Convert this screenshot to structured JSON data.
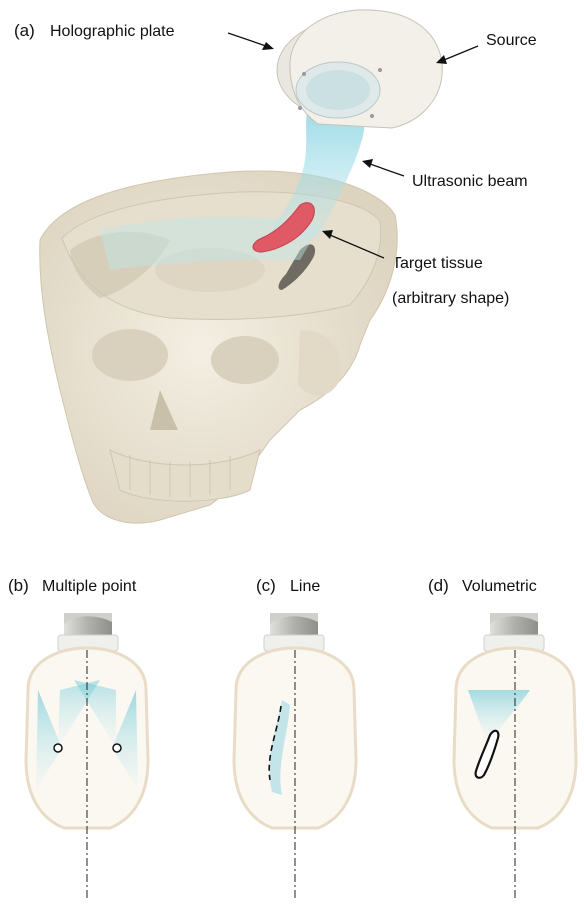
{
  "panel_a": {
    "tag": "(a)",
    "labels": {
      "holographic_plate": "Holographic plate",
      "source": "Source",
      "ultrasonic_beam": "Ultrasonic beam",
      "target_tissue": "Target tissue",
      "arbitrary_shape": "(arbitrary shape)"
    }
  },
  "panels": [
    {
      "tag": "(b)",
      "title": "Multiple point"
    },
    {
      "tag": "(c)",
      "title": "Line"
    },
    {
      "tag": "(d)",
      "title": "Volumetric"
    }
  ],
  "colors": {
    "skull": "#efe9da",
    "skull_shadow": "#d9d1bd",
    "beam": "#8fd3e0",
    "target": "#e05a66",
    "transducer": "#a8a8a8",
    "transducer_light": "#eeeeea"
  }
}
